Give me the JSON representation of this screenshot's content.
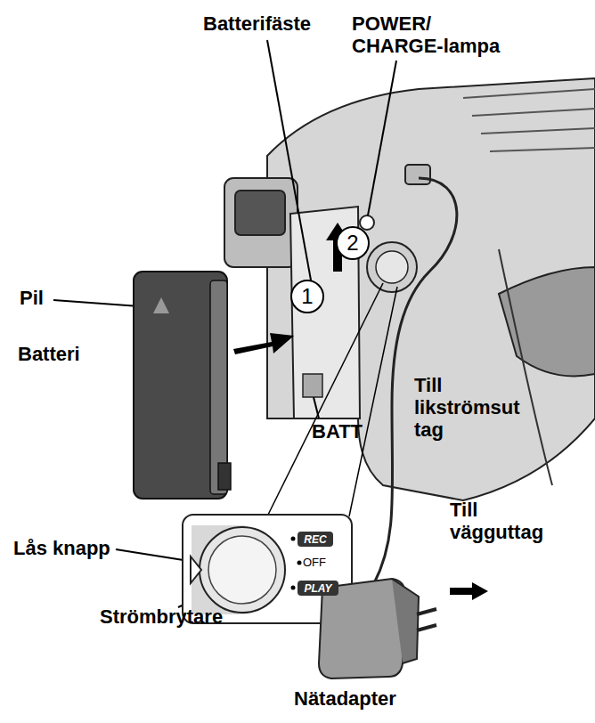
{
  "diagram": {
    "nodes": [
      {
        "text": [
          "1"
        ]
      },
      {
        "text": [
          "2"
        ]
      },
      {
        "text": [
          "REC"
        ]
      },
      {
        "text": [
          "PLAY"
        ]
      }
    ],
    "labels": [
      "Batterifäste",
      "POWER/ CHARGE-lampa",
      "Pil",
      "Batteri",
      "BATT",
      "Till likströmsut tag",
      "Till vägguttag",
      "Lås knapp",
      "OFF",
      "Strömbrytare",
      "Nätadapter"
    ]
  }
}
